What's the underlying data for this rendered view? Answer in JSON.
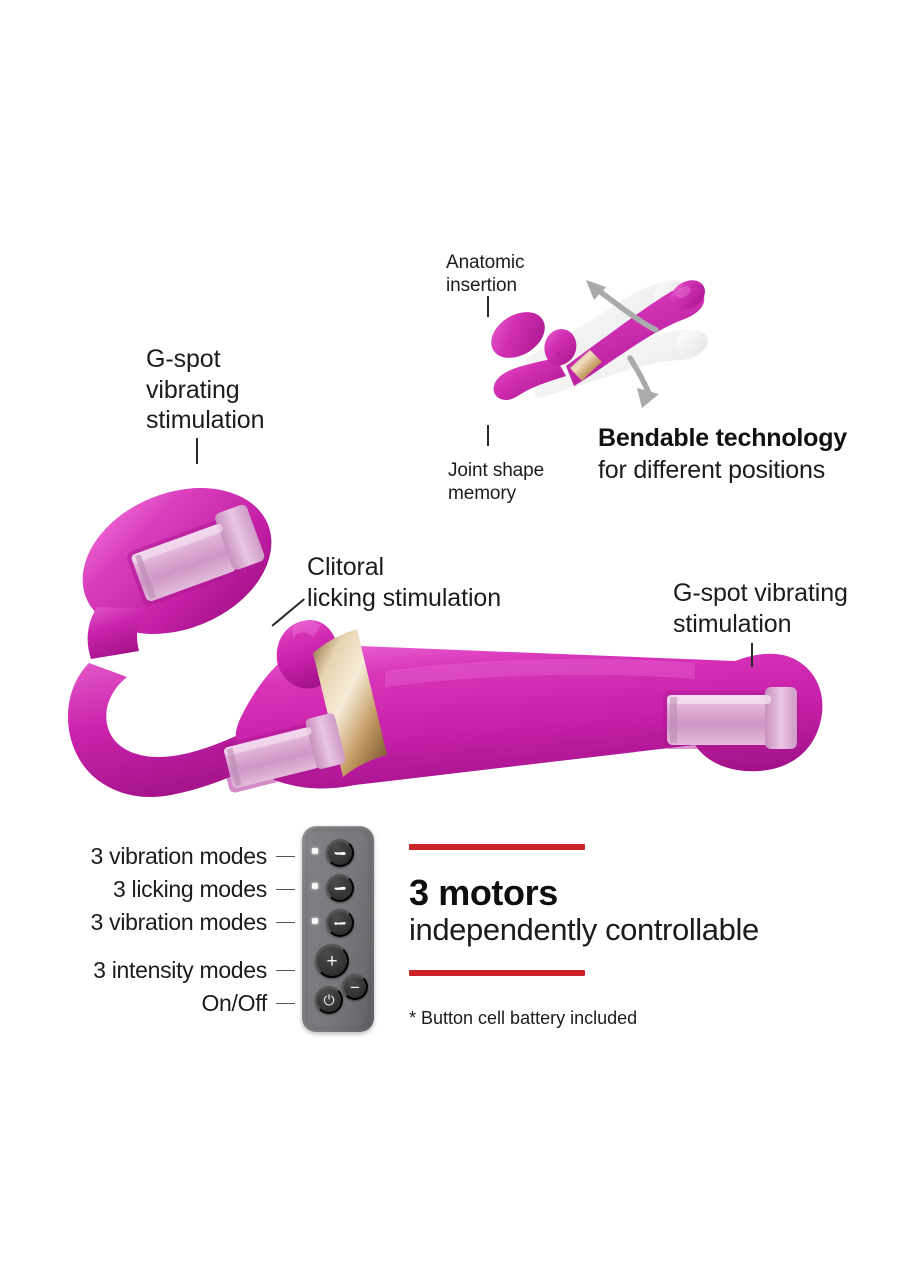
{
  "page": {
    "background": "#ffffff",
    "accent_red": "#cc2229",
    "product_pink": "#cd24ab",
    "product_pink_light": "#e05cc6",
    "metal_pink": "#d9a6d4",
    "gold_ring": "#c9a06a",
    "remote_gray": "#7b7d80",
    "button_dark": "#313133"
  },
  "inset": {
    "label_top": "Anatomic\ninsertion",
    "label_bottom": "Joint shape\nmemory",
    "title": "Bendable technology",
    "subtitle": "for different positions",
    "arrow_count": 2,
    "ghost_positions": 2
  },
  "main": {
    "label_left": "G-spot\nvibrating\nstimulation",
    "label_center": "Clitoral\nlicking stimulation",
    "label_right": "G-spot vibrating\nstimulation"
  },
  "remote": {
    "specs": [
      {
        "label": "3 vibration modes",
        "spacer": false
      },
      {
        "label": "3 licking modes",
        "spacer": false
      },
      {
        "label": "3 vibration modes",
        "spacer": false
      },
      {
        "label": "3 intensity modes",
        "spacer": true
      },
      {
        "label": "On/Off",
        "spacer": false
      }
    ],
    "buttons": {
      "mode_1": "mode-button-vibration-1",
      "mode_2": "mode-button-licking",
      "mode_3": "mode-button-vibration-2",
      "plus": "+",
      "minus": "−",
      "power": "⏻"
    },
    "led_count": 3
  },
  "motors": {
    "headline": "3 motors",
    "subhead": "independently controllable",
    "footnote": "* Button cell battery included"
  }
}
